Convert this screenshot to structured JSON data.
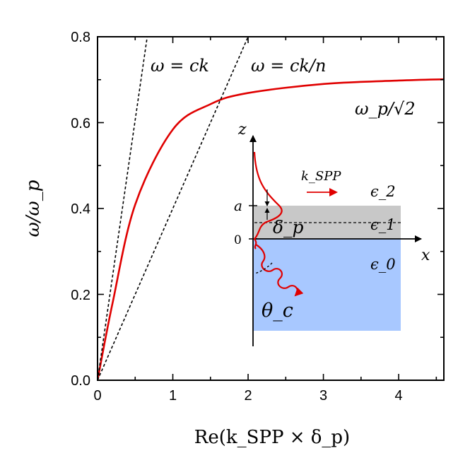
{
  "chart_data": {
    "type": "line",
    "title": "",
    "xlabel": "Re(k_SPP × δ_p)",
    "ylabel": "ω/ω_p",
    "xlim": [
      0,
      4.6
    ],
    "ylim": [
      0,
      0.8
    ],
    "xticks": [
      "0",
      "1",
      "2",
      "3",
      "4"
    ],
    "yticks": [
      "0.0",
      "0.2",
      "0.4",
      "0.6",
      "0.8"
    ],
    "grid": false,
    "legend": "none",
    "series": [
      {
        "name": "",
        "style": "solid",
        "color": "#e00000",
        "x": [
          0,
          0.2,
          0.5,
          1,
          1.5,
          2,
          3,
          4,
          4.6
        ],
        "y": [
          0,
          0.18,
          0.409,
          0.584,
          0.643,
          0.669,
          0.69,
          0.698,
          0.701
        ]
      },
      {
        "name": "",
        "style": "dashed",
        "color": "#000000",
        "x": [
          0,
          0.66
        ],
        "y": [
          0,
          0.8
        ]
      },
      {
        "name": "",
        "style": "dashed",
        "color": "#000000",
        "x": [
          0,
          2.0
        ],
        "y": [
          0,
          0.8
        ]
      }
    ],
    "annotations": {
      "light_line": "ω = ck",
      "medium_line": "ω = ck/n",
      "asymptote": "ω_p/√2"
    },
    "inset": {
      "z_axis": "z",
      "x_axis": "x",
      "tick_a": "a",
      "tick_0": "0",
      "k_label": "k_SPP",
      "eps2": "ϵ_2",
      "eps1": "ϵ_1",
      "eps0": "ϵ_0",
      "delta": "δ_p",
      "theta": "θ_c"
    },
    "colors": {
      "curve": "#e00000",
      "layer_gray": "#c8c8c8",
      "substrate_blue": "#a8c8ff"
    }
  }
}
